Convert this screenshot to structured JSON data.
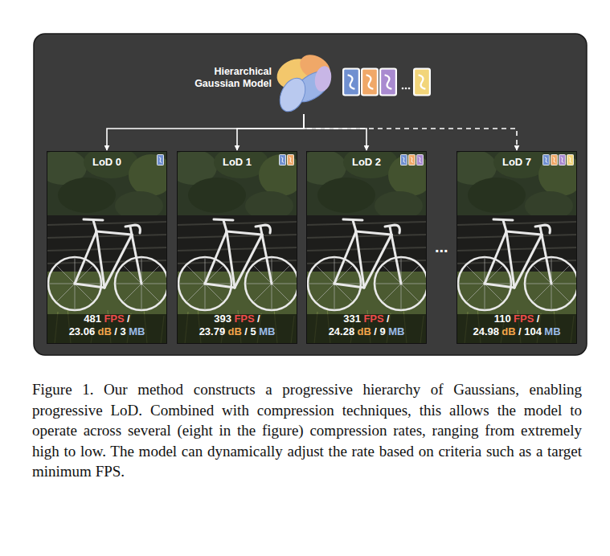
{
  "diagram": {
    "caption": "Figure 1. Our method constructs a progressive hierarchy of Gaussians, enabling progressive LoD. Combined with compression techniques, this allows the model to operate across several (eight in the figure) compression rates, ranging from extremely high to low. The model can dynamically adjust the rate based on criteria such as a target minimum FPS.",
    "nodes": [
      {
        "text": [
          "Hierarchical Gaussian Model"
        ]
      },
      {
        "text": [
          "LoD 0",
          "481",
          "FPS",
          "/",
          "23.06",
          "dB",
          "/ 3",
          "MB"
        ]
      },
      {
        "text": [
          "LoD 1",
          "393",
          "FPS",
          "/",
          "23.79",
          "dB",
          "/ 5",
          "MB"
        ]
      },
      {
        "text": [
          "LoD 2",
          "331",
          "FPS",
          "/",
          "24.28",
          "dB",
          "/ 9",
          "MB"
        ]
      },
      {
        "text": [
          "LoD 7",
          "110",
          "FPS",
          "/",
          "24.98",
          "dB",
          "/ 104",
          "MB"
        ]
      }
    ],
    "edges": [
      {
        "from": 0,
        "to": 1,
        "arrow": "to"
      },
      {
        "from": 0,
        "to": 2,
        "arrow": "to"
      },
      {
        "from": 0,
        "to": 3,
        "arrow": "to"
      },
      {
        "from": 0,
        "to": 4,
        "arrow": "to"
      }
    ],
    "labels": [
      "..."
    ]
  }
}
